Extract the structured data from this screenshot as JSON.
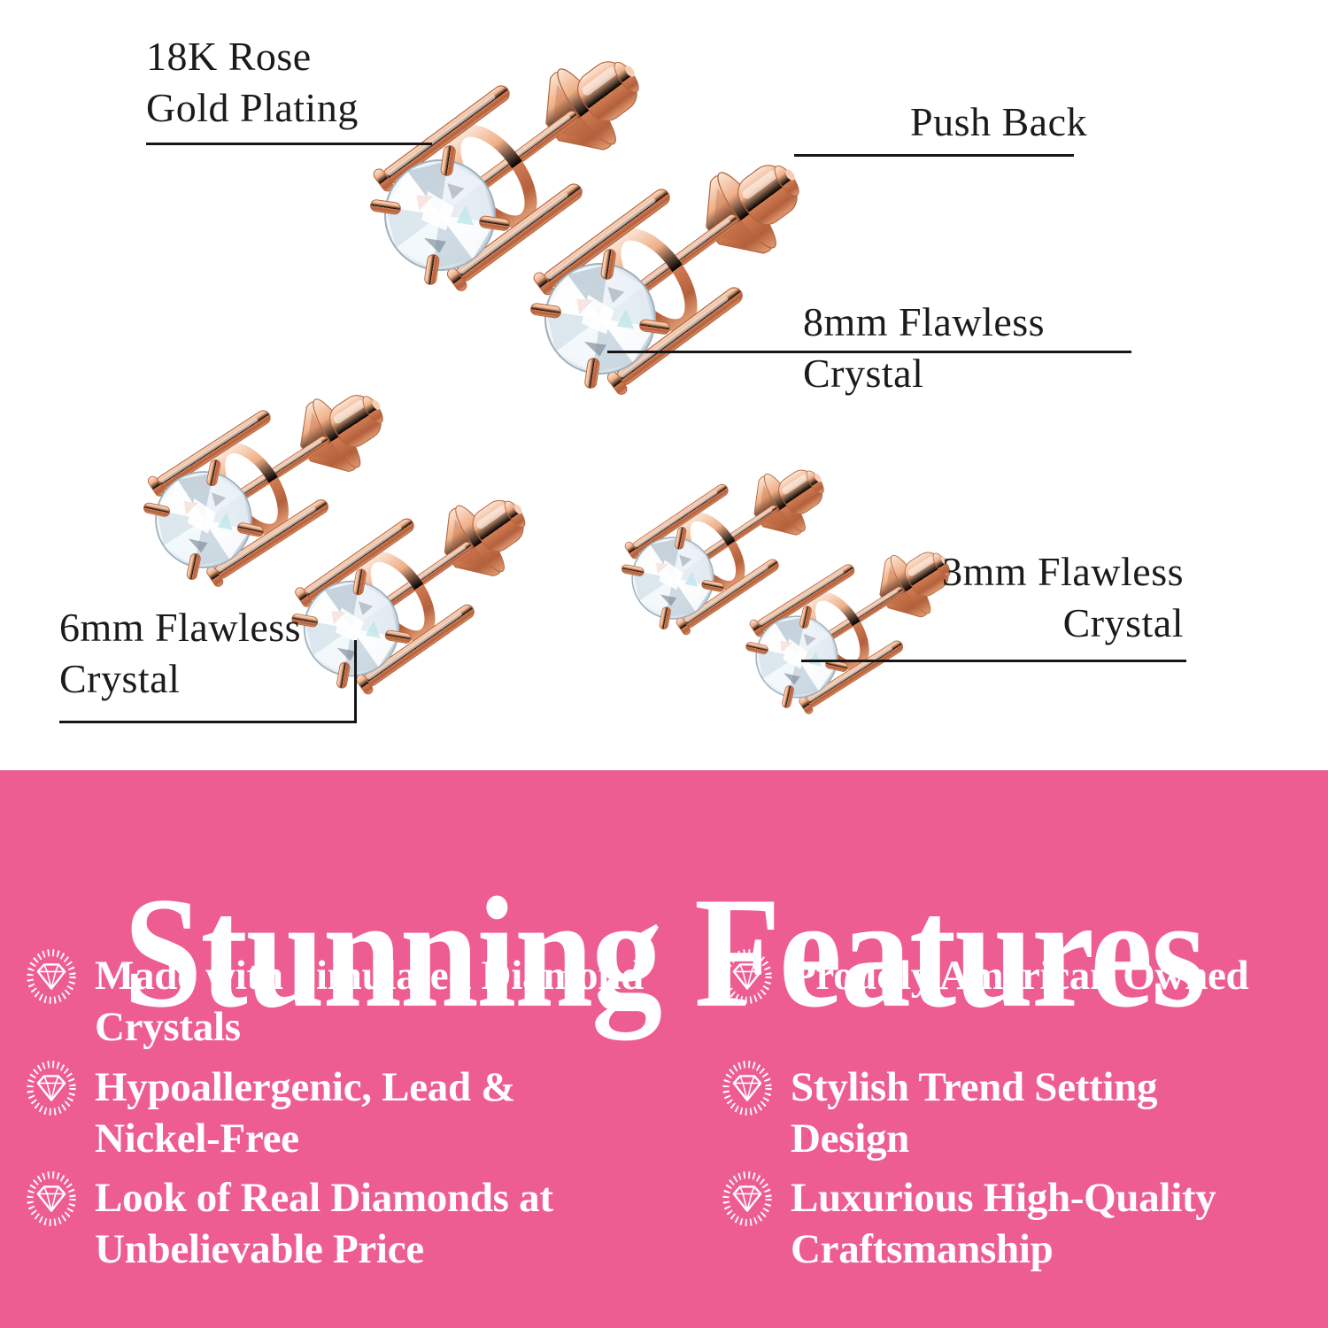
{
  "colors": {
    "background": "#ffffff",
    "banner_pink": "#ed5d92",
    "text_dark": "#1b1b1b",
    "text_light": "#ffffff",
    "rose_gold": "#e09a77",
    "callout_line": "#161616"
  },
  "callouts": {
    "plating": {
      "line1": "18K Rose",
      "line2": "Gold Plating"
    },
    "push_back": {
      "label": "Push Back"
    },
    "crystal_8mm": {
      "label": "8mm Flawless Crystal"
    },
    "crystal_6mm": {
      "line1": "6mm Flawless",
      "line2": "Crystal"
    },
    "crystal_3mm": {
      "line1": "3mm Flawless",
      "line2": "Crystal"
    }
  },
  "features": {
    "heading": "Stunning Features",
    "left": [
      {
        "icon": "diamond-sunburst-icon",
        "lines": [
          "Made with Simulated Diamond",
          "Crystals"
        ]
      },
      {
        "icon": "diamond-sunburst-icon",
        "lines": [
          "Hypoallergenic, Lead &",
          "Nickel-Free"
        ]
      },
      {
        "icon": "diamond-sunburst-icon",
        "lines": [
          "Look of Real Diamonds at",
          "Unbelievable Price"
        ]
      }
    ],
    "right": [
      {
        "icon": "diamond-sunburst-icon",
        "lines": [
          "Proudly American Owned"
        ]
      },
      {
        "icon": "diamond-sunburst-icon",
        "lines": [
          "Stylish Trend Setting",
          "Design"
        ]
      },
      {
        "icon": "diamond-sunburst-icon",
        "lines": [
          "Luxurious High-Quality",
          "Craftsmanship"
        ]
      }
    ]
  }
}
